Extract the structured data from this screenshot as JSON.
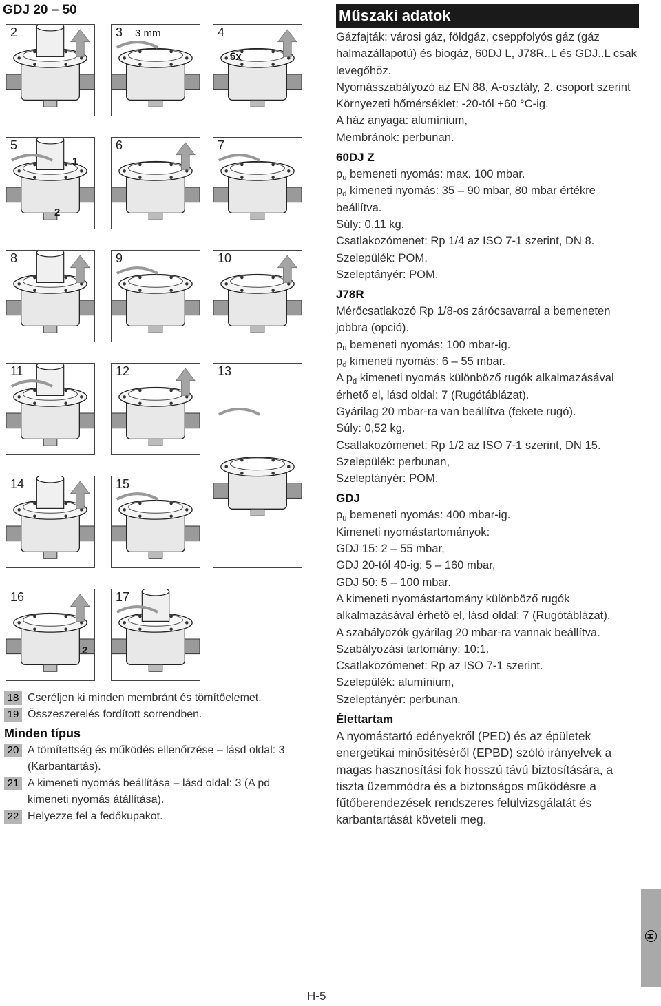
{
  "header": {
    "title": "GDJ 20 – 50"
  },
  "figures": [
    {
      "num": "2"
    },
    {
      "num": "3",
      "note": "3 mm"
    },
    {
      "num": "4",
      "note": "5x"
    },
    {
      "num": "5",
      "note": "1",
      "note2": "2"
    },
    {
      "num": "6"
    },
    {
      "num": "7"
    },
    {
      "num": "8"
    },
    {
      "num": "9"
    },
    {
      "num": "10"
    },
    {
      "num": "11"
    },
    {
      "num": "12"
    },
    {
      "num": "13"
    },
    {
      "num": "14"
    },
    {
      "num": "15"
    },
    {
      "num": "16",
      "note": "2"
    },
    {
      "num": "17"
    }
  ],
  "steps": {
    "s18": {
      "n": "18",
      "text": "Cseréljen ki minden membránt és tömítőelemet."
    },
    "s19": {
      "n": "19",
      "text": "Összeszerelés fordított sorrendben."
    },
    "heading": "Minden típus",
    "s20": {
      "n": "20",
      "text": "A tömítettség és működés ellenőrzése – lásd oldal: 3 (Karbantartás)."
    },
    "s21": {
      "n": "21",
      "text": "A kimeneti nyomás beállítása – lásd oldal: 3 (A pd kimeneti nyomás átállítása)."
    },
    "s22": {
      "n": "22",
      "text": "Helyezze fel a fedőkupakot."
    }
  },
  "specs": {
    "title": "Műszaki adatok",
    "intro": [
      "Gázfajták: városi gáz, földgáz, cseppfolyós gáz (gáz halmazállapotú) és biogáz, 60DJ L, J78R..L és GDJ..L csak levegőhöz.",
      "Nyomásszabályozó az EN 88, A-osztály, 2. csoport szerint",
      "Környezeti hőmérséklet: -20-tól +60 °C-ig.",
      "A ház anyaga: alumínium,",
      "Membránok: perbunan."
    ],
    "dj60": {
      "heading": "60DJ Z",
      "pu_sym": "p",
      "pu_sub": "u",
      "pu_text": " bemeneti nyomás: max. 100 mbar.",
      "pd_sym": "p",
      "pd_sub": "d",
      "pd_text": " kimeneti nyomás: 35 – 90 mbar, 80 mbar értékre beállítva.",
      "lines": [
        "Súly: 0,11 kg.",
        "Csatlakozómenet: Rp 1/4 az ISO 7-1 szerint, DN 8.",
        "Szelepülék: POM,",
        "Szeleptányér: POM."
      ]
    },
    "j78r": {
      "heading": "J78R",
      "line1": "Mérőcsatlakozó Rp 1/8-os zárócsavarral a bemeneten jobbra (opció).",
      "pu_sym": "p",
      "pu_sub": "u",
      "pu_text": " bemeneti nyomás: 100 mbar-ig.",
      "pd_sym": "p",
      "pd_sub": "d",
      "pd_text": " kimeneti nyomás: 6 – 55 mbar.",
      "pd2_pre": "A p",
      "pd2_sub": "d",
      "pd2_text": " kimeneti nyomás különböző rugók alkalmazásával érhető el, lásd oldal: 7 (Rugótáblázat).",
      "lines": [
        "Gyárilag 20 mbar-ra van beállítva (fekete rugó).",
        "Súly: 0,52 kg.",
        "Csatlakozómenet: Rp 1/2 az ISO 7-1 szerint, DN 15.",
        "Szelepülék: perbunan,",
        "Szeleptányér: POM."
      ]
    },
    "gdj": {
      "heading": "GDJ",
      "pu_sym": "p",
      "pu_sub": "u",
      "pu_text": " bemeneti nyomás: 400 mbar-ig.",
      "lines": [
        "Kimeneti nyomástartományok:",
        "GDJ 15: 2 – 55 mbar,",
        "GDJ 20-tól 40-ig: 5 – 160 mbar,",
        "GDJ 50: 5 – 100 mbar.",
        "A kimeneti nyomástartomány különböző rugók alkalmazásával érhető el, lásd oldal: 7 (Rugótáblázat).",
        "A szabályozók gyárilag 20 mbar-ra vannak beállítva.",
        "Szabályozási tartomány: 10:1.",
        "Csatlakozómenet: Rp az ISO 7-1 szerint.",
        "Szelepülék: alumínium,",
        "Szeleptányér: perbunan."
      ]
    },
    "life": {
      "heading": "Élettartam",
      "text": "A nyomástartó edényekről (PED) és az épületek energetikai minősítéséről (EPBD) szóló irányelvek a magas hasznosítási fok hosszú távú biztosítására, a tiszta üzemmódra és a biztonságos működésre a fűtőberendezések rendszeres felülvizsgálatát és karbantartását követeli meg."
    }
  },
  "side_tab": {
    "label": "H"
  },
  "footer": {
    "page": "H-5"
  }
}
